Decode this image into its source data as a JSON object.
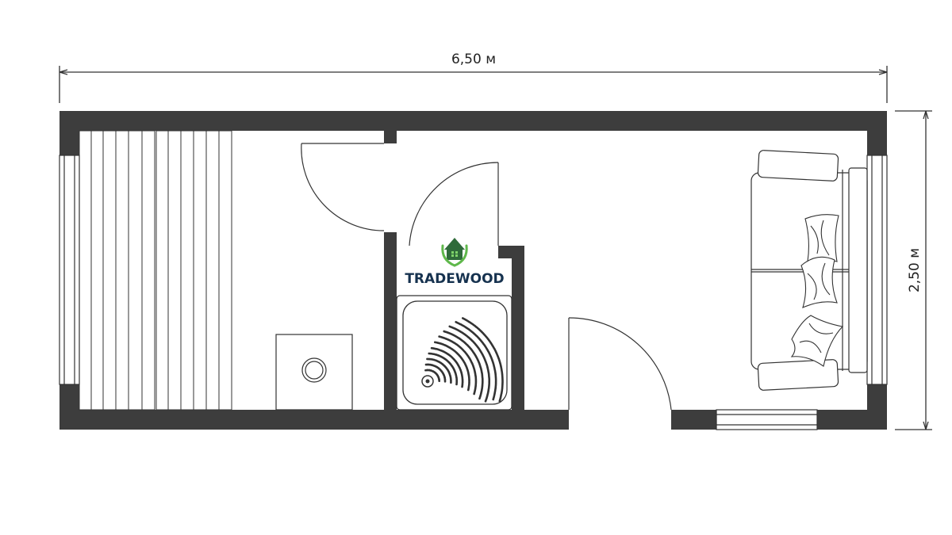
{
  "dimensions": {
    "width_label": "6,50 м",
    "height_label": "2,50 м"
  },
  "logo": {
    "text": "TRADEWOOD",
    "house_color": "#2f6b3a",
    "hands_color": "#5fb84b",
    "text_color": "#16324f"
  },
  "colors": {
    "wall": "#3d3d3d",
    "line": "#333333",
    "background": "#ffffff"
  },
  "rooms": [
    "sauna-bench-area",
    "shower-room",
    "lounge-room"
  ],
  "furniture": [
    "sauna-bench",
    "sauna-stove",
    "shower-tray",
    "sofa",
    "pillows"
  ]
}
